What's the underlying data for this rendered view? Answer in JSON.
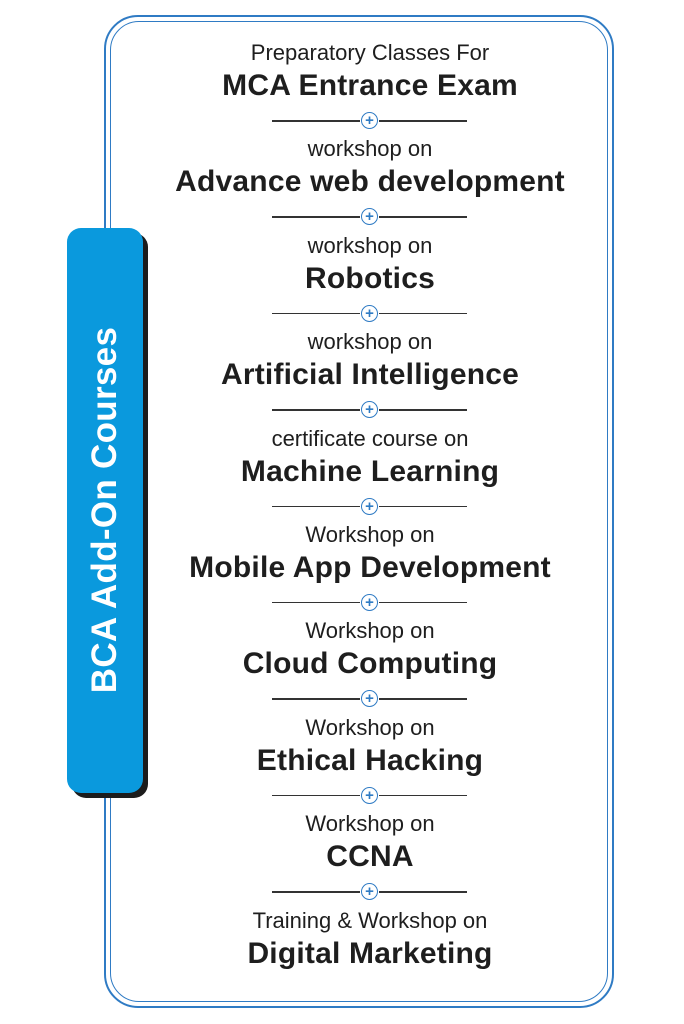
{
  "side_tab": {
    "label": "BCA Add-On Courses"
  },
  "courses": [
    {
      "prefix": "Preparatory Classes For",
      "title": "MCA Entrance Exam"
    },
    {
      "prefix": "workshop on",
      "title": "Advance web development"
    },
    {
      "prefix": "workshop on",
      "title": "Robotics"
    },
    {
      "prefix": "workshop on",
      "title": "Artificial Intelligence"
    },
    {
      "prefix": "certificate course on",
      "title": "Machine Learning"
    },
    {
      "prefix": "Workshop on",
      "title": "Mobile App Development"
    },
    {
      "prefix": "Workshop on",
      "title": "Cloud Computing"
    },
    {
      "prefix": "Workshop on",
      "title": "Ethical Hacking"
    },
    {
      "prefix": "Workshop on",
      "title": "CCNA"
    },
    {
      "prefix": "Training & Workshop on",
      "title": "Digital Marketing"
    }
  ],
  "divider_icon": "plus-circle-icon",
  "colors": {
    "accent": "#0a99dd",
    "border": "#2f7bc4",
    "text": "#1e1e1e"
  }
}
